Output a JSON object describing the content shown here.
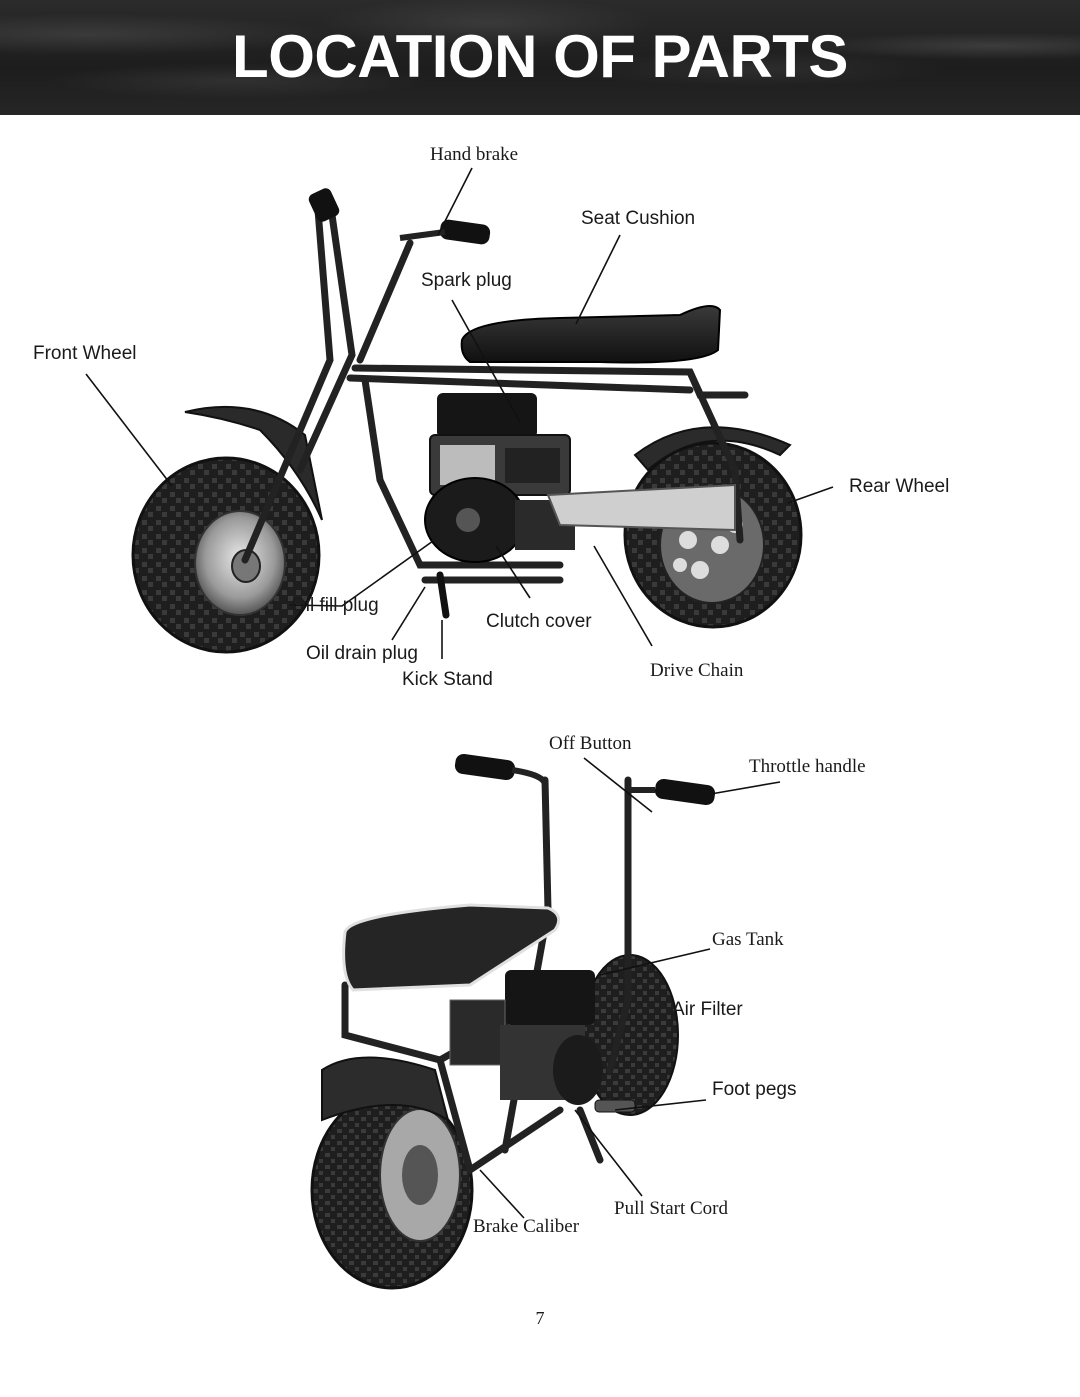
{
  "header": {
    "title": "LOCATION OF PARTS"
  },
  "side_view": {
    "labels": {
      "hand_brake": "Hand brake",
      "seat_cushion": "Seat Cushion",
      "spark_plug": "Spark plug",
      "front_wheel": "Front Wheel",
      "rear_wheel": "Rear Wheel",
      "oil_fill_plug": "Oil fill plug",
      "clutch_cover": "Clutch cover",
      "oil_drain_plug": "Oil drain plug",
      "kick_stand": "Kick Stand",
      "drive_chain": "Drive Chain"
    }
  },
  "rear_view": {
    "labels": {
      "off_button": "Off Button",
      "throttle_handle": "Throttle handle",
      "gas_tank": "Gas Tank",
      "air_filter": "Air Filter",
      "foot_pegs": "Foot pegs",
      "pull_start_cord": "Pull Start Cord",
      "brake_caliber": "Brake Caliber"
    }
  },
  "footer": {
    "page_number": "7"
  }
}
